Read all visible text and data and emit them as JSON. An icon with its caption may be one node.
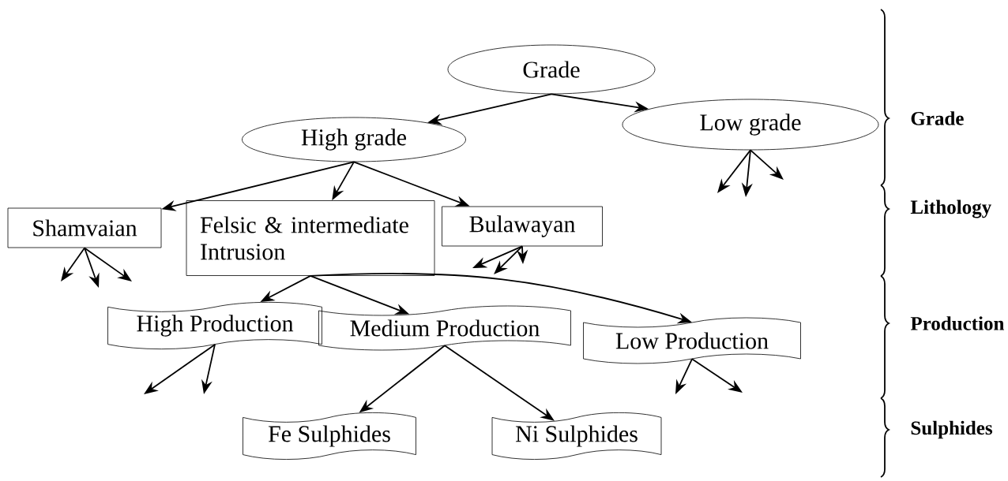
{
  "diagram": {
    "nodes": [
      {
        "text": [
          "Grade"
        ]
      },
      {
        "text": [
          "High grade"
        ]
      },
      {
        "text": [
          "Low grade"
        ]
      },
      {
        "text": [
          "Shamvaian"
        ]
      },
      {
        "text": [
          "Felsic & intermediate Intrusion"
        ]
      },
      {
        "text": [
          "Bulawayan"
        ]
      },
      {
        "text": [
          "High Production"
        ]
      },
      {
        "text": [
          "Medium Production"
        ]
      },
      {
        "text": [
          "Low Production"
        ]
      },
      {
        "text": [
          "Fe Sulphides"
        ]
      },
      {
        "text": [
          "Ni Sulphides"
        ]
      }
    ],
    "edges": [
      {
        "from": 0,
        "to": 1,
        "arrow": "to"
      },
      {
        "from": 0,
        "to": 2,
        "arrow": "to"
      },
      {
        "from": 1,
        "to": 3,
        "arrow": "to"
      },
      {
        "from": 1,
        "to": 4,
        "arrow": "to"
      },
      {
        "from": 1,
        "to": 5,
        "arrow": "to"
      },
      {
        "from": 4,
        "to": 6,
        "arrow": "to"
      },
      {
        "from": 4,
        "to": 7,
        "arrow": "to"
      },
      {
        "from": 4,
        "to": 8,
        "arrow": "to"
      },
      {
        "from": 7,
        "to": 9,
        "arrow": "to"
      },
      {
        "from": 7,
        "to": 10,
        "arrow": "to"
      },
      {
        "from": 2,
        "to": null,
        "arrow": "to"
      },
      {
        "from": 2,
        "to": null,
        "arrow": "to"
      },
      {
        "from": 2,
        "to": null,
        "arrow": "to"
      },
      {
        "from": 3,
        "to": null,
        "arrow": "to"
      },
      {
        "from": 3,
        "to": null,
        "arrow": "to"
      },
      {
        "from": 3,
        "to": null,
        "arrow": "to"
      },
      {
        "from": 5,
        "to": null,
        "arrow": "to"
      },
      {
        "from": 5,
        "to": null,
        "arrow": "to"
      },
      {
        "from": 5,
        "to": null,
        "arrow": "to"
      },
      {
        "from": 6,
        "to": null,
        "arrow": "to"
      },
      {
        "from": 6,
        "to": null,
        "arrow": "to"
      },
      {
        "from": 8,
        "to": null,
        "arrow": "to"
      },
      {
        "from": 8,
        "to": null,
        "arrow": "to"
      }
    ],
    "labels": [
      "Grade",
      "Lithology",
      "Production",
      "Sulphides"
    ]
  }
}
